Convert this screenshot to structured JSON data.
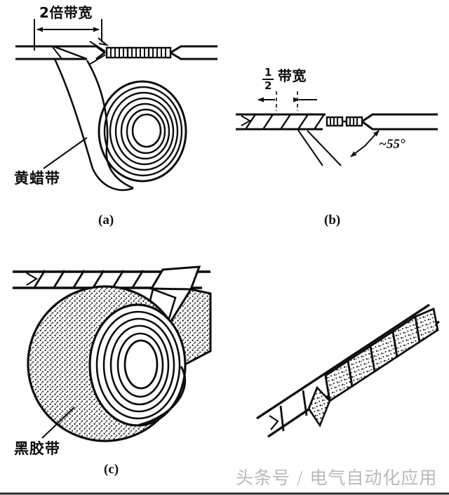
{
  "figure": {
    "title_alt": "电缆接头绝缘包带示意图",
    "background_color": "#ffffff",
    "ink_color": "#0d0d0d",
    "watermark_color": "#b9b9b9"
  },
  "panels": [
    {
      "id": "a",
      "caption": "(a)",
      "dimension_label": "2倍带宽",
      "part_label": "黄蜡带",
      "description": "黄蜡带包绕起始，留 2 倍带宽"
    },
    {
      "id": "b",
      "caption": "(b)",
      "dimension_numerator": "1",
      "dimension_denominator": "2",
      "dimension_unit_label": "带宽",
      "angle_label": "~55°",
      "description": "半带宽叠包，倾角约 55 度"
    },
    {
      "id": "c",
      "caption": "(c)",
      "part_label": "黑胶带",
      "description": "黑胶带反向回包"
    },
    {
      "id": "d",
      "caption": "",
      "description": "黑胶带覆盖黄蜡带的斜向线缆段"
    }
  ],
  "watermark": {
    "text": "头条号 / 电气自动化应用"
  }
}
